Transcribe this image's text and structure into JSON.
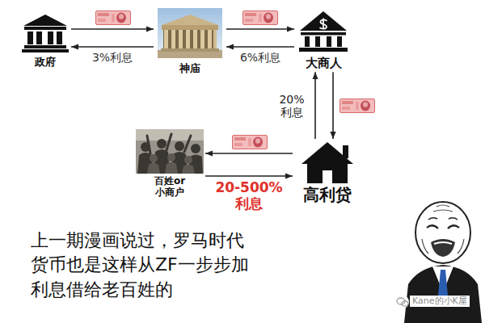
{
  "diagram": {
    "caption": "上一期漫画说过，罗马时代货币也是这样从ZF一步步加利息借给老百姓的",
    "nodes": [
      {
        "text": [
          "政府"
        ]
      },
      {
        "text": [
          "神庙"
        ]
      },
      {
        "text": [
          "大商人"
        ]
      },
      {
        "text": [
          "百姓or 小商户"
        ]
      },
      {
        "text": [
          "高利贷"
        ]
      }
    ],
    "edges": [
      {
        "from": 0,
        "to": 1,
        "arrow": "to"
      },
      {
        "from": 1,
        "to": 0,
        "label": "3%利息",
        "arrow": "to"
      },
      {
        "from": 1,
        "to": 2,
        "arrow": "to"
      },
      {
        "from": 2,
        "to": 1,
        "label": "6%利息",
        "arrow": "to"
      },
      {
        "from": 4,
        "to": 2,
        "label": "20% 利息",
        "arrow": "to"
      },
      {
        "from": 2,
        "to": 4,
        "arrow": "to"
      },
      {
        "from": 4,
        "to": 3,
        "arrow": "to"
      },
      {
        "from": 3,
        "to": 4,
        "label": "20-500% 利息",
        "arrow": "to"
      }
    ],
    "labels": [
      "Kane的小K屋"
    ]
  }
}
